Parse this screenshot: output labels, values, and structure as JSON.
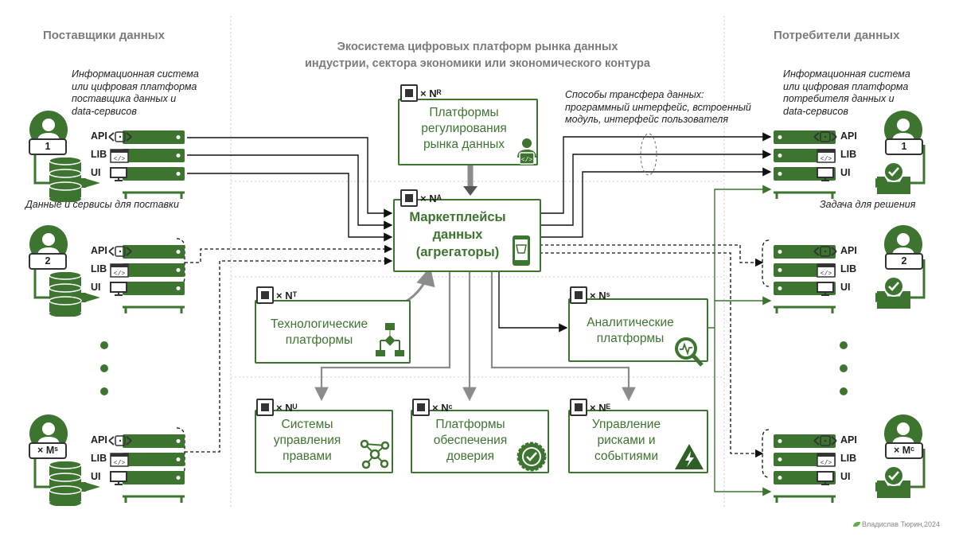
{
  "columns": {
    "suppliers_title": "Поставщики данных",
    "ecosystem_title_1": "Экосистема цифровых платформ рынка данных",
    "ecosystem_title_2": "индустрии, сектора экономики или экономического контура",
    "consumers_title": "Потребители данных"
  },
  "supplier_caption": [
    "Информационная система",
    "или цифровая платформа",
    "поставщика данных и",
    "data-сервисов"
  ],
  "supplier_bottom_caption": "Данные и сервисы для поставки",
  "consumer_caption": [
    "Информационная система",
    "или цифровая платформа",
    "потребителя данных и",
    "data-сервисов"
  ],
  "consumer_bottom_caption": "Задача для решения",
  "transfer_caption": [
    "Способы трансфера данных:",
    "программный интерфейс, встроенный",
    "модуль, интерфейс пользователя"
  ],
  "interfaces": [
    "API",
    "LIB",
    "UI"
  ],
  "suppliers": [
    {
      "badge": "1"
    },
    {
      "badge": "2"
    },
    {
      "badge": "× Mˢ"
    }
  ],
  "consumers": [
    {
      "badge": "1"
    },
    {
      "badge": "2"
    },
    {
      "badge": "× Mᶜ"
    }
  ],
  "platforms": {
    "regulation": {
      "multiplier": "× Nᴿ",
      "lines": [
        "Платформы",
        "регулирования",
        "рынка данных"
      ]
    },
    "marketplaces": {
      "multiplier": "× Nᴬ",
      "lines": [
        "Маркетплейсы",
        "данных",
        "(агрегаторы)"
      ]
    },
    "technology": {
      "multiplier": "× Nᵀ",
      "lines": [
        "Технологические",
        "платформы"
      ]
    },
    "analytics": {
      "multiplier": "× Nˢ",
      "lines": [
        "Аналитические",
        "платформы"
      ]
    },
    "rights": {
      "multiplier": "× Nᵁ",
      "lines": [
        "Системы",
        "управления",
        "правами"
      ]
    },
    "trust": {
      "multiplier": "× Nᶜ",
      "lines": [
        "Платформы",
        "обеспечения",
        "доверия"
      ]
    },
    "risk": {
      "multiplier": "× Nᴱ",
      "lines": [
        "Управление",
        "рисками и",
        "событиями"
      ]
    }
  },
  "ellipsis": "• • •",
  "credit": "Владислав Тюрин,2024",
  "colors": {
    "green": "#3d7430",
    "dark_green": "#2f5f25",
    "gray": "#8c8c8c",
    "title_gray": "#7b7b7b"
  }
}
